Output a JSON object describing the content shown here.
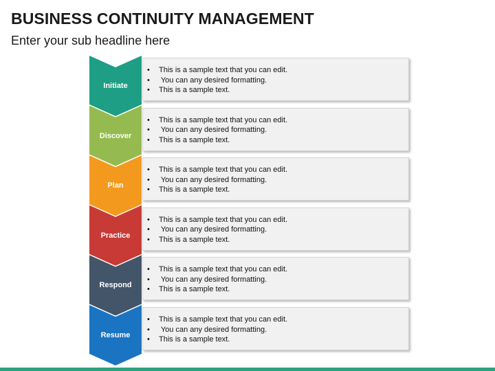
{
  "title": "BUSINESS CONTINUITY MANAGEMENT",
  "subtitle": "Enter your sub headline here",
  "steps": [
    {
      "label": "Initiate",
      "color": "#1e9e84",
      "bullets": [
        "This is a sample text that you can edit.",
        " You can any desired formatting.",
        "This is a sample text."
      ]
    },
    {
      "label": "Discover",
      "color": "#95bb50",
      "bullets": [
        "This is a sample text that you can edit.",
        " You can any desired formatting.",
        "This is a sample text."
      ]
    },
    {
      "label": "Plan",
      "color": "#f39a1e",
      "bullets": [
        "This is a sample text that you can edit.",
        " You can any desired formatting.",
        "This is a sample text."
      ]
    },
    {
      "label": "Practice",
      "color": "#c83a36",
      "bullets": [
        "This is a sample text that you can edit.",
        " You can any desired formatting.",
        "This is a sample text."
      ]
    },
    {
      "label": "Respond",
      "color": "#435568",
      "bullets": [
        "This is a sample text that you can edit.",
        " You can any desired formatting.",
        "This is a sample text."
      ]
    },
    {
      "label": "Resume",
      "color": "#1a74c2",
      "bullets": [
        "This is a sample text that you can edit.",
        " You can any desired formatting.",
        "This is a sample text."
      ]
    }
  ],
  "bullet_symbol": "•",
  "footer_color": "#2ba37f"
}
